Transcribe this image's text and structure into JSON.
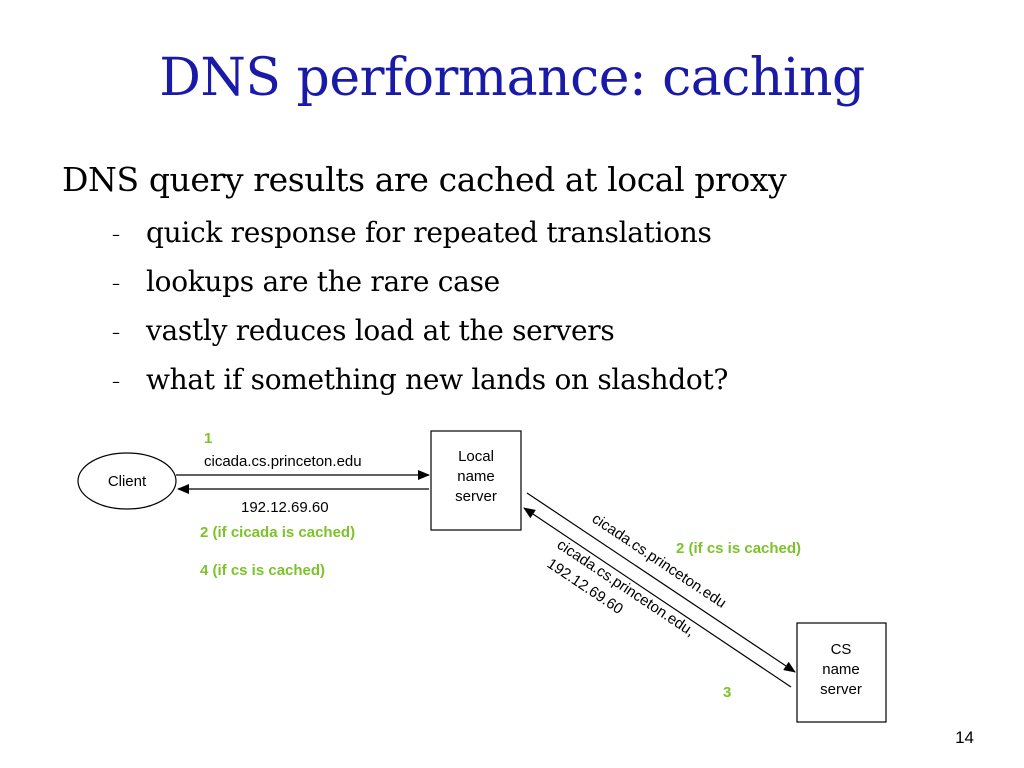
{
  "slide": {
    "title": "DNS performance: caching",
    "main_bullet": "DNS query results are cached at local proxy",
    "sub_bullets": [
      "quick response for repeated translations",
      "lookups are the rare case",
      "vastly reduces load at the servers",
      "what if something new lands on slashdot?"
    ],
    "bullet_marker": "–",
    "page_number": "14"
  },
  "diagram": {
    "nodes": {
      "client": "Client",
      "local_server": [
        "Local",
        "name",
        "server"
      ],
      "cs_server": [
        "CS",
        "name",
        "server"
      ]
    },
    "client_query": {
      "step": "1",
      "text": "cicada.cs.princeton.edu"
    },
    "client_response": {
      "text": "192.12.69.60",
      "step_cached_cicada": "2 (if cicada is cached)",
      "step_cached_cs": "4 (if cs is cached)"
    },
    "server_query": {
      "text": "cicada.cs.princeton.edu",
      "step": "2 (if cs is cached)"
    },
    "server_response": {
      "line1": "cicada.cs.princeton.edu,",
      "line2": "192.12.69.60",
      "step": "3"
    },
    "colors": {
      "step_label": "#7cc32a",
      "title": "#1a1aa8"
    }
  }
}
